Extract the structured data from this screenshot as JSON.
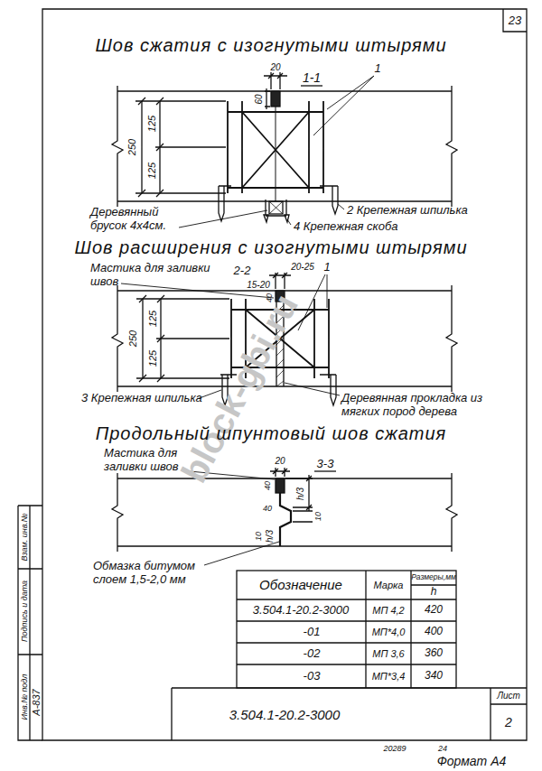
{
  "diagram": {
    "title": "Шов сжатия с изогнутыми штырями",
    "labels": [
      "23",
      "20",
      "60",
      "1-1",
      "1",
      "250",
      "125",
      "125",
      "2 Крепежная шпилька",
      "Деревянный брусок 4х4см.",
      "4 Крепежная скоба",
      "Шов расширения с изогнутыми штырями",
      "Мастика для заливки швов",
      "2-2",
      "20-25",
      "1",
      "15-20",
      "40",
      "250",
      "125",
      "125",
      "3 Крепежная шпилька",
      "Деревянная прокладка из мягких пород дерева",
      "Продольный шпунтовый шов сжатия",
      "Мастика для заливки швов",
      "3-3",
      "20",
      "40",
      "h/3",
      "40",
      "10",
      "h/3",
      "10",
      "Обмазка битумом слоем 1,5-2,0 мм",
      "Обозначение",
      "Марка",
      "Размеры,мм",
      "h",
      "3.504.1-20.2-3000",
      "МП 4,2",
      "420",
      "-01",
      "МП*4,0",
      "400",
      "-02",
      "МП 3,6",
      "360",
      "-03",
      "МП*3,4",
      "340",
      "3.504.1-20.2-3000",
      "Лист",
      "2",
      "Взам. инв.№",
      "Подпись и дата",
      "Инв.№ подл",
      "А-837",
      "20289",
      "24",
      "Формат А4",
      "block-gbi.ru"
    ]
  }
}
